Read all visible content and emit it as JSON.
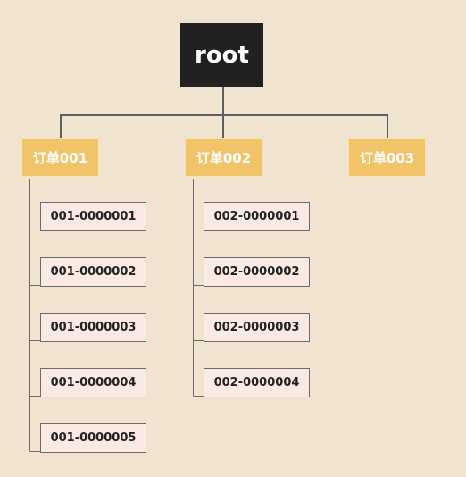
{
  "root": {
    "label": "root"
  },
  "orders": [
    {
      "label": "订单001",
      "items": [
        "001-0000001",
        "001-0000002",
        "001-0000003",
        "001-0000004",
        "001-0000005"
      ]
    },
    {
      "label": "订单002",
      "items": [
        "002-0000001",
        "002-0000002",
        "002-0000003",
        "002-0000004"
      ]
    },
    {
      "label": "订单003",
      "items": []
    }
  ],
  "colors": {
    "background": "#f0e4d1",
    "root_fill": "#222020",
    "order_fill": "#f2c46a",
    "item_fill": "#faeae3",
    "connector": "#5e5e5e"
  }
}
